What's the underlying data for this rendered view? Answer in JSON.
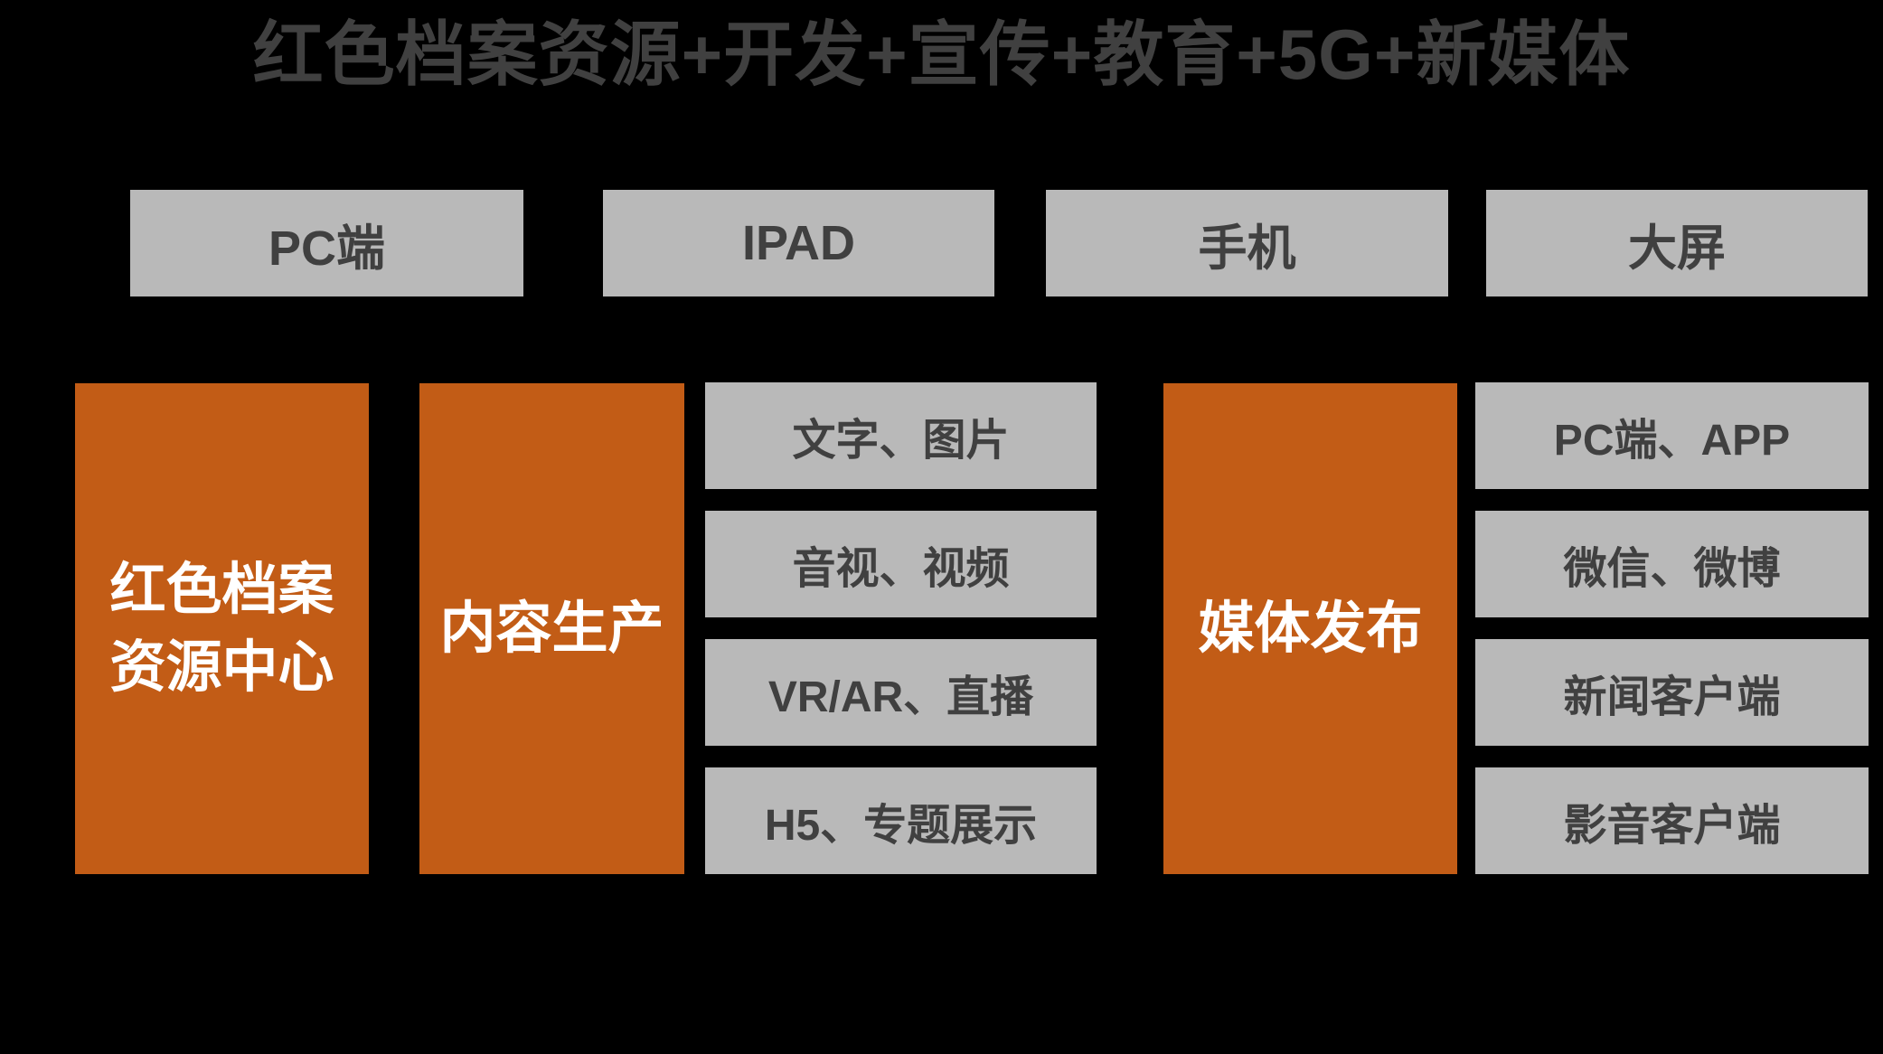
{
  "title": "红色档案资源+开发+宣传+教育+5G+新媒体",
  "colors": {
    "background": "#000000",
    "box_gray": "#b9b9b9",
    "box_orange": "#c25c16",
    "text_dark": "#404040",
    "text_light": "#ffffff"
  },
  "device_row": [
    {
      "label": "PC端"
    },
    {
      "label": "IPAD"
    },
    {
      "label": "手机"
    },
    {
      "label": "大屏"
    }
  ],
  "flow": {
    "resource_center": {
      "label_line1": "红色档案",
      "label_line2": "资源中心"
    },
    "content_production": {
      "label": "内容生产",
      "items": [
        {
          "label": "文字、图片"
        },
        {
          "label": "音视、视频"
        },
        {
          "label": "VR/AR、直播"
        },
        {
          "label": "H5、专题展示"
        }
      ]
    },
    "media_release": {
      "label": "媒体发布",
      "items": [
        {
          "label": "PC端、APP"
        },
        {
          "label": "微信、微博"
        },
        {
          "label": "新闻客户端"
        },
        {
          "label": "影音客户端"
        }
      ]
    }
  }
}
